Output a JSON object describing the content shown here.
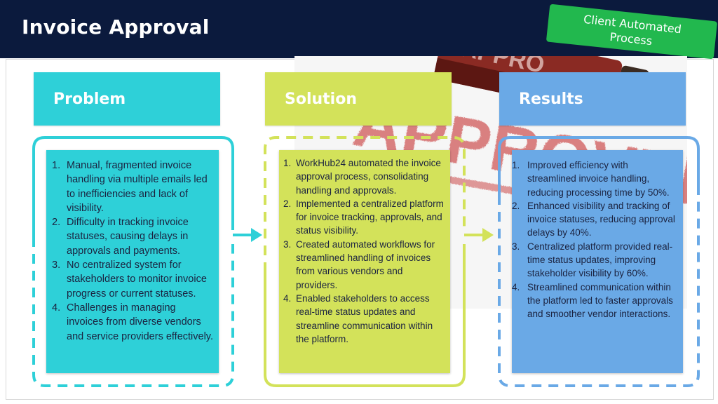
{
  "header": {
    "title": "Invoice Approval",
    "badge_line1": "Client Automated",
    "badge_line2": "Process"
  },
  "colors": {
    "header_bg": "#0b1a3d",
    "badge_green": "#22b84e",
    "problem": "#2ed0d8",
    "solution": "#d3e25a",
    "results": "#6aa9e6"
  },
  "columns": {
    "problem": {
      "heading": "Problem",
      "items": [
        "Manual, fragmented invoice handling via multiple emails led to inefficiencies and lack of visibility.",
        "Difficulty in tracking invoice statuses, causing delays in approvals and payments.",
        "No centralized system for stakeholders to monitor invoice progress or current statuses.",
        "Challenges in managing invoices from diverse vendors and service providers effectively."
      ]
    },
    "solution": {
      "heading": "Solution",
      "items": [
        "WorkHub24 automated the invoice approval process, consolidating handling and approvals.",
        "Implemented a centralized platform for invoice tracking, approvals, and status visibility.",
        "Created automated workflows for streamlined handling of invoices from various vendors and providers.",
        "Enabled stakeholders to access real-time status updates and streamline communication within the platform."
      ]
    },
    "results": {
      "heading": "Results",
      "items": [
        "Improved efficiency with streamlined invoice handling, reducing processing time by 50%.",
        "Enhanced visibility and tracking of invoice statuses, reducing approval delays by 40%.",
        "Centralized platform provided real-time status updates, improving stakeholder visibility by 60%.",
        "Streamlined communication within the platform led to faster approvals and smoother vendor interactions."
      ]
    }
  },
  "icons": {
    "arrow1": "arrow-right-icon",
    "arrow2": "arrow-right-icon"
  }
}
